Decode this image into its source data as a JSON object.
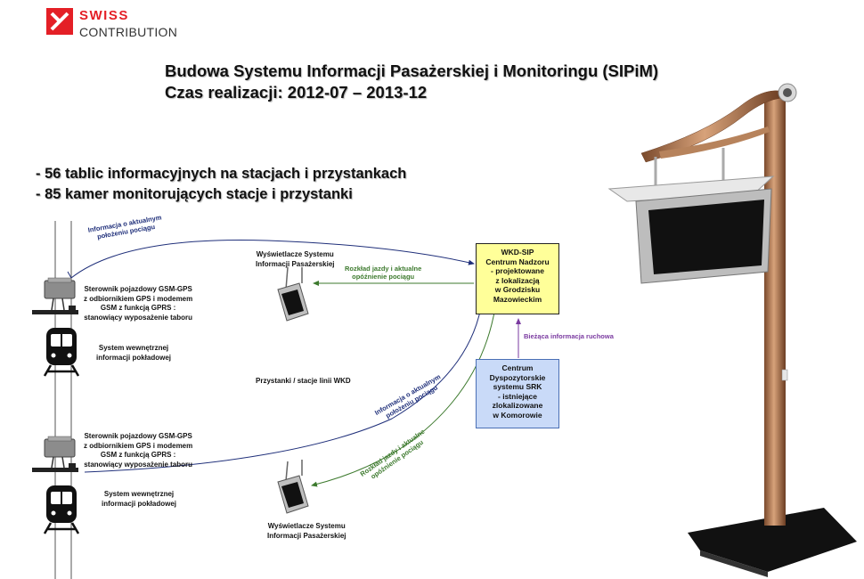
{
  "logo": {
    "line1": "SWISS",
    "line2": "CONTRIBUTION",
    "brand_color": "#e41f26"
  },
  "title": {
    "line1": "Budowa Systemu Informacji Pasażerskiej i Monitoringu (SIPiM)",
    "line2": "Czas realizacji:  2012-07 – 2013-12"
  },
  "bullets": [
    "-  56 tablic informacyjnych na stacjach i przystankach",
    "-  85 kamer monitorujących stacje i przystanki"
  ],
  "diagram": {
    "vehicle_controller_top": [
      "Sterownik pojazdowy GSM-GPS",
      "z odbiornikiem GPS i modemem",
      "GSM z funkcją GPRS :",
      "stanowiący wyposażenie taboru"
    ],
    "onboard_system_top": [
      "System wewnętrznej",
      "informacji pokładowej"
    ],
    "vehicle_controller_bottom": [
      "Sterownik pojazdowy GSM-GPS",
      "z odbiornikiem GPS i modemem",
      "GSM z funkcją GPRS :",
      "stanowiący wyposażenie taboru"
    ],
    "onboard_system_bottom": [
      "System wewnętrznej",
      "informacji pokładowej"
    ],
    "display_top": [
      "Wyświetlacze Systemu",
      "Informacji Pasażerskiej"
    ],
    "display_bottom": [
      "Wyświetlacze Systemu",
      "Informacji Pasażerskiej"
    ],
    "stops_label": "Przystanki / stacje linii  WKD",
    "wkd_box": [
      "WKD-SIP",
      "Centrum Nadzoru",
      "- projektowane",
      "z lokalizacją",
      "w Grodzisku",
      "Mazowieckim"
    ],
    "srk_box": [
      "Centrum",
      "Dyspozytorskie",
      "systemu SRK",
      "- istniejące",
      "zlokalizowane",
      "w Komorowie"
    ],
    "arrow_top_position": [
      "Informacja o aktualnym",
      "położeniu pociągu"
    ],
    "arrow_top_schedule": [
      "Rozkład jazdy i aktualne",
      "opóźnienie pociągu"
    ],
    "arrow_traffic": "Bieżąca informacja ruchowa",
    "arrow_bottom_position": [
      "Informacja o aktualnym",
      "położeniu pociągu"
    ],
    "arrow_bottom_schedule": [
      "Rozkład jazdy i aktualne",
      "opóźnienie pociągu"
    ],
    "colors": {
      "position_arrow": "#1f2f7a",
      "schedule_arrow": "#3d7a2e",
      "traffic_arrow": "#7a3aa0",
      "wkd_fill": "#ffff99",
      "srk_fill": "#c9daf8"
    }
  }
}
